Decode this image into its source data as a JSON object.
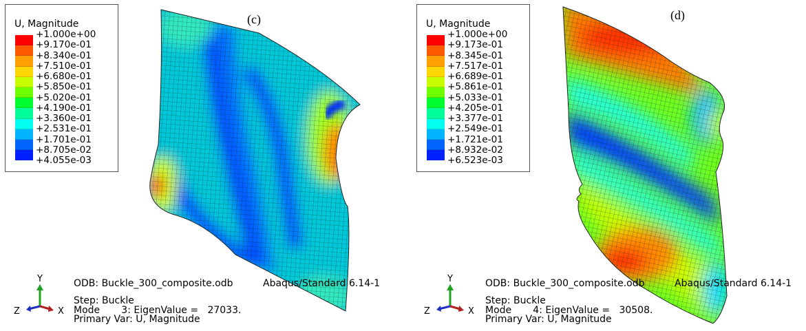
{
  "colors": {
    "legend": [
      "#ff0000",
      "#ff5a00",
      "#ffa000",
      "#ffd700",
      "#c8ff00",
      "#6eff00",
      "#00ff30",
      "#00ff9a",
      "#00fff0",
      "#00b4ff",
      "#0064ff",
      "#0020ff"
    ],
    "background": "#ffffff",
    "mesh_line": "#1a1a1a",
    "axis_x": "#b02020",
    "axis_y": "#20a020",
    "axis_z": "#2030c0"
  },
  "panels": [
    {
      "label": "(c)",
      "legend_title": "U, Magnitude",
      "legend_values": [
        "+1.000e+00",
        "+9.170e-01",
        "+8.340e-01",
        "+7.510e-01",
        "+6.680e-01",
        "+5.850e-01",
        "+5.020e-01",
        "+4.190e-01",
        "+3.360e-01",
        "+2.531e-01",
        "+1.701e-01",
        "+8.705e-02",
        "+4.055e-03"
      ],
      "odb_line": "ODB: Buckle_300_composite.odb",
      "solver": "Abaqus/Standard 6.14-1",
      "step_line": "Step: Buckle",
      "mode_line": "Mode       3: EigenValue =   27033.",
      "var_line": "Primary Var: U, Magnitude",
      "triad": {
        "y": "Y",
        "z": "Z",
        "x": "X"
      }
    },
    {
      "label": "(d)",
      "legend_title": "U, Magnitude",
      "legend_values": [
        "+1.000e+00",
        "+9.173e-01",
        "+8.345e-01",
        "+7.517e-01",
        "+6.689e-01",
        "+5.861e-01",
        "+5.033e-01",
        "+4.205e-01",
        "+3.377e-01",
        "+2.549e-01",
        "+1.721e-01",
        "+8.932e-02",
        "+6.523e-03"
      ],
      "odb_line": "ODB: Buckle_300_composite.odb",
      "solver": "Abaqus/Standard 6.14-1",
      "step_line": "Step: Buckle",
      "mode_line": "Mode       4: EigenValue =   30508.",
      "var_line": "Primary Var: U, Magnitude",
      "triad": {
        "y": "Y",
        "z": "Z",
        "x": "X"
      }
    }
  ]
}
